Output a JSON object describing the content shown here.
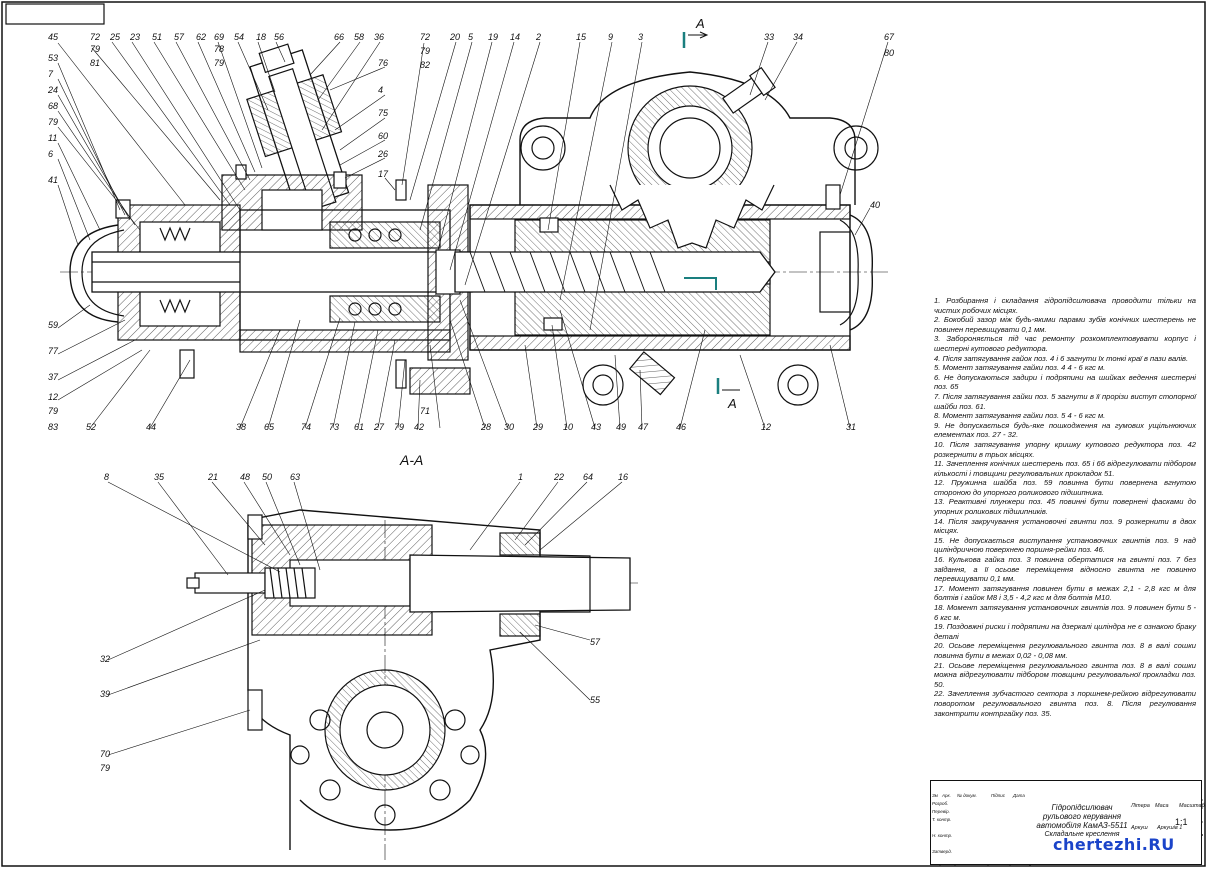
{
  "drawing": {
    "section_title": "А-А",
    "section_marks": [
      "А",
      "А"
    ],
    "top_callouts": [
      "45",
      "79",
      "81",
      "72",
      "25",
      "23",
      "51",
      "57",
      "62",
      "69",
      "78",
      "79",
      "54",
      "18",
      "56",
      "66",
      "58",
      "36",
      "72",
      "79",
      "82",
      "20",
      "5",
      "19",
      "14",
      "2",
      "15",
      "9",
      "3",
      "33",
      "34",
      "67",
      "80"
    ],
    "left_callouts": [
      "53",
      "7",
      "24",
      "68",
      "79",
      "11",
      "6",
      "41"
    ],
    "right_callouts": [
      "76",
      "4",
      "75",
      "60",
      "26",
      "17",
      "40"
    ],
    "bottom_left_callouts": [
      "59",
      "77",
      "37",
      "12",
      "79",
      "83",
      "52",
      "44",
      "38",
      "65",
      "74",
      "73",
      "61",
      "27",
      "79",
      "42",
      "71",
      "28",
      "30",
      "29",
      "10",
      "43",
      "49",
      "47",
      "46",
      "12",
      "31"
    ],
    "section_callouts": [
      "8",
      "35",
      "21",
      "48",
      "50",
      "63",
      "1",
      "22",
      "64",
      "16",
      "32",
      "39",
      "70",
      "79",
      "57",
      "55"
    ]
  },
  "notes": [
    "1. Розбирання і складання гідропідсилювача проводити тільки на чистих робочих місцях.",
    "2. Бокобий зазор між будь-якими парами зубів конічних шестерень не повинен перевищувати 0,1 мм.",
    "3. Забороняється під час ремонту розкомплектовувати корпус і шестерні кутового редуктора.",
    "4. Після затягування гайок поз. 4 і 6 загнути їх тонкі краї в пази валів.",
    "5. Момент затягування гайки поз. 4 4 - 6 кгс м.",
    "6. Не допускаються задири і подряпини на шийках ведення шестерні поз. 65",
    "7. Після затягування гайки поз. 5 загнути в її прорізи виступ стопорної шайби поз. 61.",
    "8. Момент затягування гайки поз. 5 4 - 6 кгс м.",
    "9. Не допускається будь-яке пошкодження на гумових ущільнюючих елементах поз. 27 - 32.",
    "10. Після затягування упорну кришку кутового редуктора поз. 42 розкернити в трьох місцях.",
    "11. Зачеплення конічних шестерень поз. 65 і 66 відрегулювати підбором кількості і товщини регулювальних прокладок 51.",
    "12. Пружинна шайба поз. 59 повинна бути повернена вгнутою стороною до упорного роликового підшипника.",
    "13. Реактивні плунжери поз. 45 повинні бути повернені фасками до упорних роликових підшипників.",
    "14. Після закручування установочні гвинти поз. 9 розкернити в двох місцях.",
    "15. Не допускається виступання установочних гвинтів поз. 9 над циліндричною поверхнею поршня-рейки поз. 46.",
    "16. Кулькова гайка поз. 3 повинна обертатися на гвинті поз. 7 без заїдання, а її осьове переміщення відносно гвинта не повинно перевищувати 0,1 мм.",
    "17. Момент затягування повинен бути в межах 2,1 - 2,8 кгс м для болтів і гайок М8 і 3,5 - 4,2 кгс м для болтів М10.",
    "18. Момент затягування установочних гвинтів поз. 9 повинен бути 5 - 6 кгс м.",
    "19. Поздовжні риски і подряпини на дзеркалі циліндра не є ознакою браку деталі",
    "20. Осьове переміщення регулювального гвинта поз. 8 в валі сошки повинна бути в межах 0,02 - 0,08 мм.",
    "21. Осьове переміщення регулювального гвинта поз. 8 в валі сошки можна відрегулювати підбором товщини регулювальної прокладки поз. 50.",
    "22. Зачеплення зубчастого сектора з поршнем-рейкою відрегулювати поворотом регулювального гвинта поз. 8. Після регулювання законтрити контргайку поз. 35."
  ],
  "title_block": {
    "title": "Гідропідсилювач рульового керування автомобіля КамАЗ-5511",
    "subtitle": "Складальне креслення",
    "sheet": "1:1",
    "columns": [
      "Літера",
      "Маса",
      "Масштаб"
    ],
    "sheet_label": "Аркуш",
    "sheets_label": "Аркушів 1",
    "rows": [
      "Зм",
      "Арк.",
      "№ докум.",
      "Підпис",
      "Дата",
      "Розроб.",
      "Перевір.",
      "Т. контр.",
      "Н. контр.",
      "Затверд."
    ]
  },
  "brand": "chertezhi.RU",
  "colors": {
    "line": "#111111",
    "hatch": "#333333",
    "section_mark": "#1a7f7f",
    "brand": "#1b44c9"
  }
}
